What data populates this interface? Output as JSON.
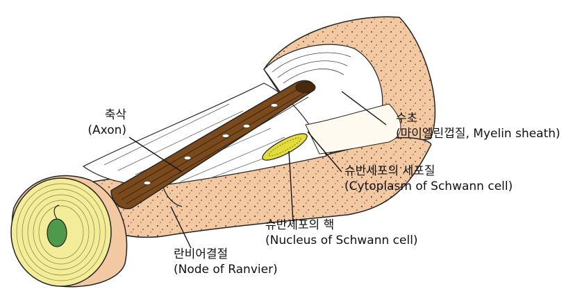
{
  "colors": {
    "sheath": "#f2c9a2",
    "sheath_dark": "#e2b188",
    "axon": "#7a4a1c",
    "axon_dark": "#3a1f08",
    "cross_section": "#f3ec98",
    "nucleus": "#e4dc3c",
    "inner_nucleus": "#4f9a4a",
    "line": "#222222"
  },
  "labels": {
    "axon": {
      "ko": "축삭",
      "en": "(Axon)"
    },
    "sheath": {
      "ko": "수초",
      "en": "(마이엘린껍질, Myelin sheath)"
    },
    "cytoplasm": {
      "ko": "슈반세포의 세포질",
      "en": "(Cytoplasm of Schwann cell)"
    },
    "nucleus": {
      "ko": "슈반세포의 핵",
      "en": "(Nucleus of Schwann cell)"
    },
    "node": {
      "ko": "란비어결절",
      "en": "(Node of Ranvier)"
    }
  }
}
